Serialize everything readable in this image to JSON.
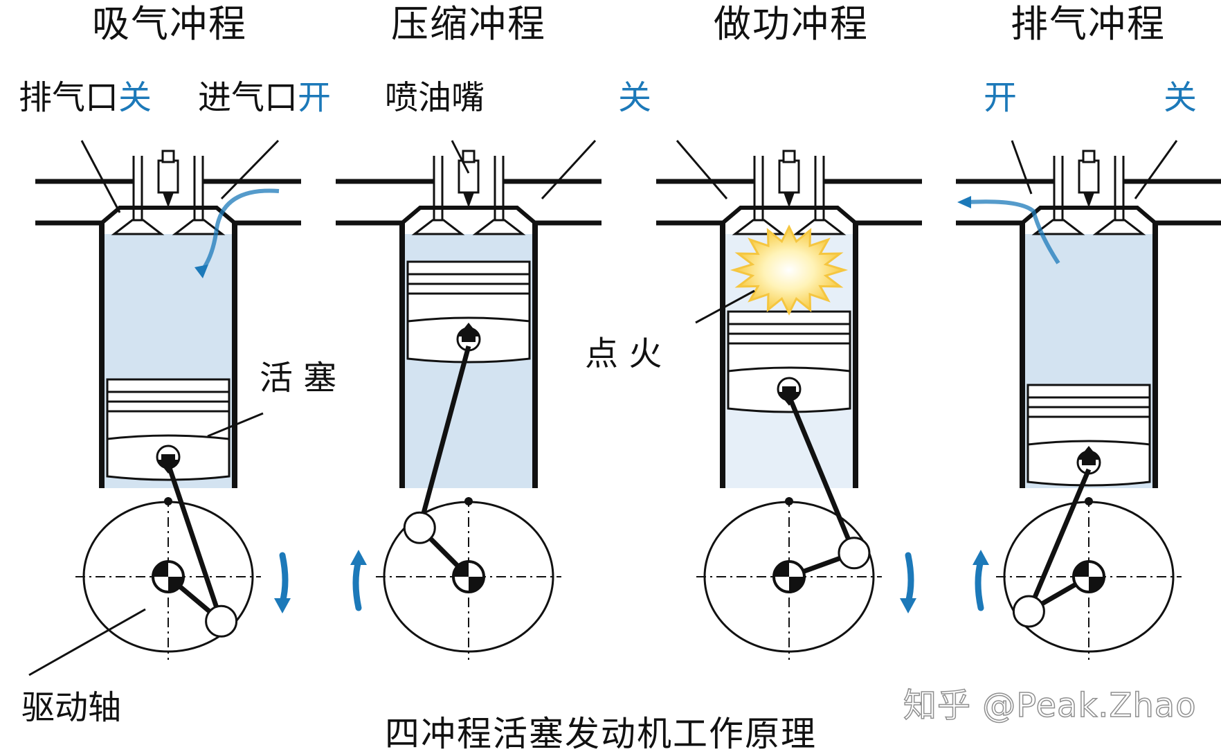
{
  "strokes": {
    "intake": {
      "title": "吸气冲程",
      "left_label": "排气口",
      "left_state": "关",
      "right_label": "进气口",
      "right_state": "开"
    },
    "compression": {
      "title": "压缩冲程",
      "left_label": "喷油嘴",
      "right_state": "关"
    },
    "power": {
      "title": "做功冲程",
      "ignition_label": "点 火"
    },
    "exhaust": {
      "title": "排气冲程",
      "left_state": "开",
      "right_state": "关"
    }
  },
  "labels": {
    "piston": "活 塞",
    "crankshaft": "驱动轴"
  },
  "caption": "四冲程活塞发动机工作原理",
  "watermark": "知乎 @Peak.Zhao",
  "colors": {
    "chamber_fill": "#d3e3f1",
    "chamber_fill_light": "#e6eff8",
    "accent_blue": "#1c79b9",
    "outline": "#111111",
    "spark_core": "#fff6c8",
    "spark_edge": "#f5c640"
  }
}
